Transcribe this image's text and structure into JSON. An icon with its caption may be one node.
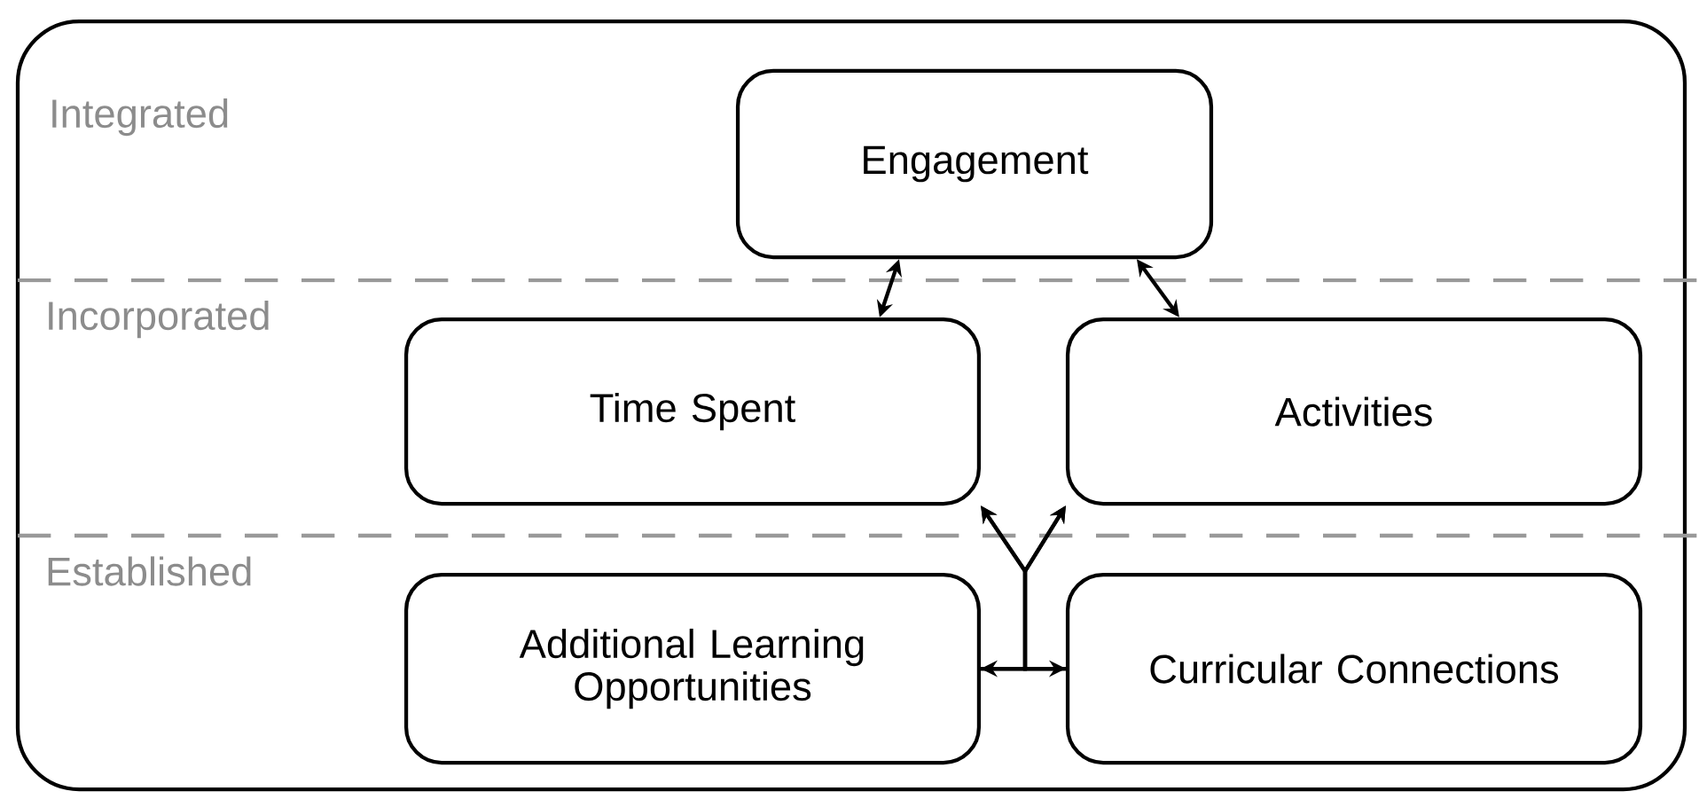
{
  "diagram": {
    "nodes": [
      {
        "text": [
          "Engagement"
        ]
      },
      {
        "text": [
          "Time Spent"
        ]
      },
      {
        "text": [
          "Activities"
        ]
      },
      {
        "text": [
          "Additional Learning Opportunities"
        ]
      },
      {
        "text": [
          "Curricular Connections"
        ]
      }
    ],
    "edges": [
      {
        "from": 1,
        "to": 0,
        "arrow": "both"
      },
      {
        "from": 0,
        "to": 2,
        "arrow": "both"
      },
      {
        "from": 3,
        "to": 4,
        "arrow": "both"
      },
      {
        "from": 3,
        "to": 1,
        "arrow": "to"
      },
      {
        "from": 3,
        "to": 2,
        "arrow": "to"
      },
      {
        "from": 4,
        "to": 1,
        "arrow": "to"
      },
      {
        "from": 4,
        "to": 2,
        "arrow": "to"
      }
    ],
    "labels": [
      "Integrated",
      "Incorporated",
      "Established"
    ]
  }
}
